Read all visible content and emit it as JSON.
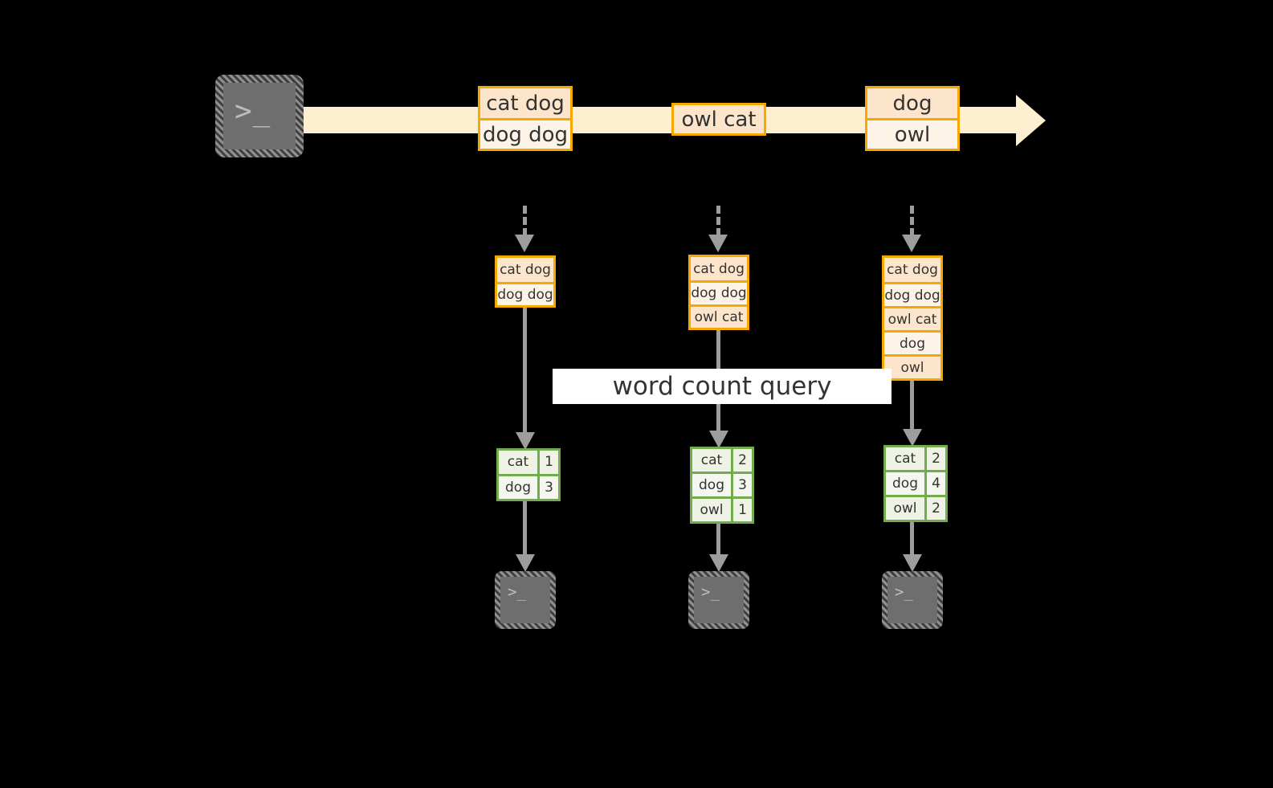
{
  "diagram": {
    "title_label": "word count query",
    "colors": {
      "stream_band": "#feefd0",
      "record_border": "#f5a800",
      "record_fill_dark": "#fce5ca",
      "record_fill_light": "#fdf3e7",
      "table_border": "#72ac4d",
      "table_fill_dark": "#eef3e6",
      "table_fill_light": "#f4f7f0",
      "arrow": "#9d9d9d",
      "terminal_fill": "#6e6e6e",
      "background": "#000000"
    },
    "source_terminal": {
      "icon": "terminal-prompt-icon",
      "prompt": ">_"
    },
    "stream": {
      "records": [
        {
          "lines": [
            "cat dog",
            "dog dog"
          ]
        },
        {
          "lines": [
            "owl cat"
          ]
        },
        {
          "lines": [
            "dog",
            "owl"
          ]
        }
      ]
    },
    "columns": [
      {
        "name": "snapshot-1",
        "input_arrow": "dashed-down-arrow",
        "buffer": {
          "lines": [
            "cat dog",
            "dog dog"
          ]
        },
        "result": {
          "rows": [
            {
              "key": "cat",
              "value": "1"
            },
            {
              "key": "dog",
              "value": "3"
            }
          ]
        },
        "sink_terminal": {
          "icon": "terminal-prompt-icon",
          "prompt": ">_"
        }
      },
      {
        "name": "snapshot-2",
        "input_arrow": "dashed-down-arrow",
        "buffer": {
          "lines": [
            "cat dog",
            "dog dog",
            "owl cat"
          ]
        },
        "result": {
          "rows": [
            {
              "key": "cat",
              "value": "2"
            },
            {
              "key": "dog",
              "value": "3"
            },
            {
              "key": "owl",
              "value": "1"
            }
          ]
        },
        "sink_terminal": {
          "icon": "terminal-prompt-icon",
          "prompt": ">_"
        }
      },
      {
        "name": "snapshot-3",
        "input_arrow": "dashed-down-arrow",
        "buffer": {
          "lines": [
            "cat dog",
            "dog dog",
            "owl cat",
            "dog",
            "owl"
          ]
        },
        "result": {
          "rows": [
            {
              "key": "cat",
              "value": "2"
            },
            {
              "key": "dog",
              "value": "4"
            },
            {
              "key": "owl",
              "value": "2"
            }
          ]
        },
        "sink_terminal": {
          "icon": "terminal-prompt-icon",
          "prompt": ">_"
        }
      }
    ]
  }
}
